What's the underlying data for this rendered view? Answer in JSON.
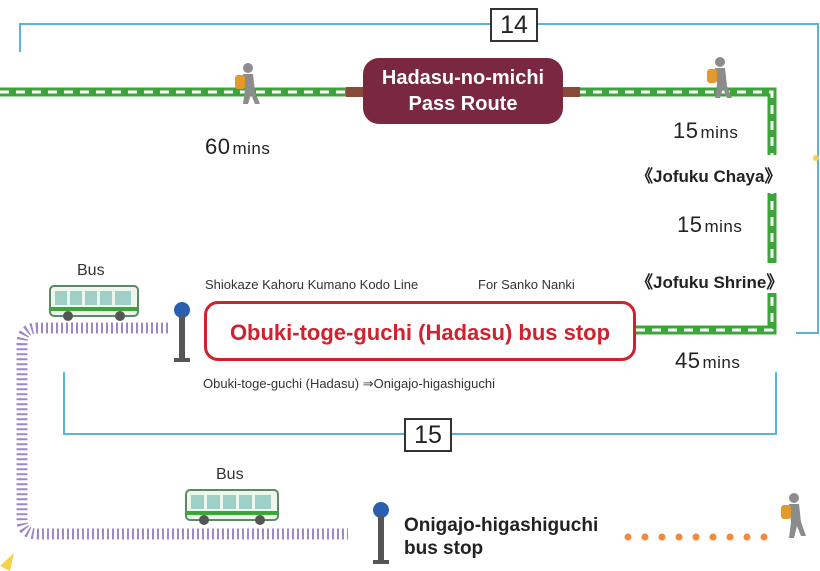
{
  "sections": {
    "upper": "14",
    "lower": "15"
  },
  "pass_route": {
    "line1": "Hadasu-no-michi",
    "line2": "Pass Route"
  },
  "durations": {
    "west": "60",
    "east": "15",
    "mid": "15",
    "south": "45",
    "unit": "mins"
  },
  "places": {
    "chaya": "《Jofuku Chaya》",
    "shrine": "《Jofuku Shrine》"
  },
  "bus_line": {
    "line": "Shiokaze Kahoru Kumano Kodo Line",
    "dest": "For Sanko Nanki"
  },
  "main_stop": "Obuki-toge-guchi (Hadasu) bus stop",
  "route_note": "Obuki-toge-guchi (Hadasu) ⇒Onigajo-higashiguchi",
  "bus_label": "Bus",
  "second_stop": {
    "line1": "Onigajo-higashiguchi",
    "line2": "bus stop"
  },
  "colors": {
    "trail": "#3aa637",
    "pass": "#7a2840",
    "bracket": "#5ab4d6",
    "bus_route": "#9c88c8",
    "walk_dots": "#f08a3c",
    "stop_red": "#d0222e"
  },
  "icons": [
    "hiker-icon",
    "bus-icon",
    "bus-stop-pole-icon"
  ]
}
